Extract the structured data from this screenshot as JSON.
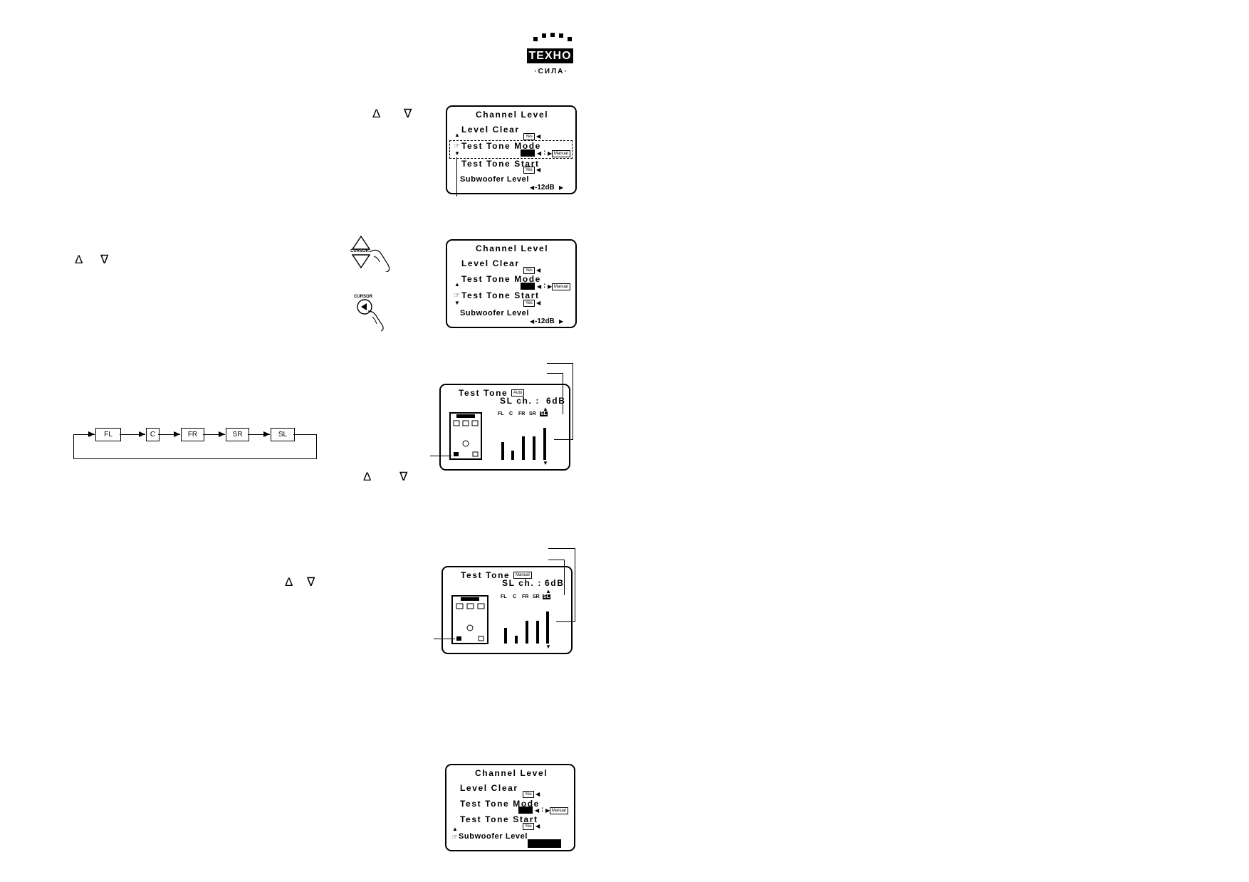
{
  "logo": {
    "main_text": "ТЕХНО",
    "sub_text": "·СИЛА·"
  },
  "nav_symbols": {
    "up": "Δ",
    "down": "∇"
  },
  "cursor_label": "CURSOR",
  "screen1": {
    "title": "Channel Level",
    "items": [
      "Level Clear",
      "Test Tone Mode",
      "Test Tone Start",
      "Subwoofer Level"
    ],
    "yes": "Yes",
    "manual": "Manual",
    "colon": ":",
    "value": "-12dB",
    "pointer": "☞"
  },
  "screen2": {
    "title": "Channel Level",
    "items": [
      "Level Clear",
      "Test Tone Mode",
      "Test Tone Start",
      "Subwoofer Level"
    ],
    "yes": "Yes",
    "manual": "Manual",
    "colon": ":",
    "value": "-12dB",
    "pointer": "☞"
  },
  "screen3": {
    "title": "Test Tone",
    "mode_badge": "Auto",
    "channel_line": "SL ch. :",
    "level": "6dB",
    "channels": [
      "FL",
      "C",
      "FR",
      "SR",
      "SL"
    ]
  },
  "screen4": {
    "title": "Test Tone",
    "mode_badge": "Manual",
    "channel_line": "SL ch. :",
    "level": "6dB",
    "channels": [
      "FL",
      "C",
      "FR",
      "SR",
      "SL"
    ]
  },
  "screen5": {
    "title": "Channel Level",
    "items": [
      "Level Clear",
      "Test Tone Mode",
      "Test Tone Start",
      "Subwoofer Level"
    ],
    "yes": "Yes",
    "manual": "Manual",
    "colon": ":",
    "pointer": "☞"
  },
  "flow": {
    "boxes": [
      "FL",
      "C",
      "FR",
      "SR",
      "SL"
    ]
  }
}
